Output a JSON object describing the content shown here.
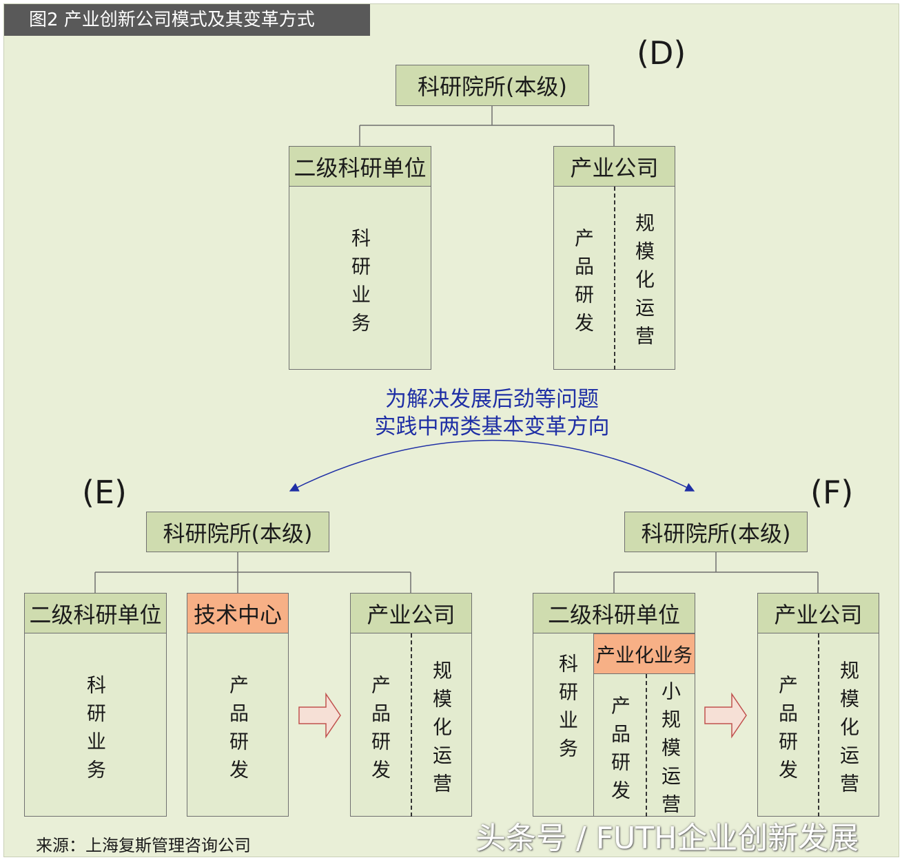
{
  "title": "图2 产业创新公司模式及其变革方式",
  "labels": {
    "d": "(D)",
    "e": "(E)",
    "f": "(F)"
  },
  "top": {
    "root": "科研院所(本级)",
    "left_header": "二级科研单位",
    "left_body": "科研业务",
    "right_header": "产业公司",
    "right_col1": "产品研发",
    "right_col2": "规模化运营"
  },
  "middle": {
    "line1": "为解决发展后劲等问题",
    "line2": "实践中两类基本变革方向"
  },
  "e": {
    "root": "科研院所(本级)",
    "box1_header": "二级科研单位",
    "box1_body": "科研业务",
    "box2_header": "技术中心",
    "box2_body": "产品研发",
    "box3_header": "产业公司",
    "box3_col1": "产品研发",
    "box3_col2": "规模化运营"
  },
  "f": {
    "root": "科研院所(本级)",
    "box1_header": "二级科研单位",
    "box1_col1": "科研业务",
    "box1_sub_header": "产业化业务",
    "box1_sub_col1": "产品研发",
    "box1_sub_col2": "小规模运营",
    "box2_header": "产业公司",
    "box2_col1": "产品研发",
    "box2_col2": "规模化运营"
  },
  "source": "来源：上海复斯管理咨询公司",
  "watermark": "头条号 / FUTH企业创新发展",
  "colors": {
    "background": "#e9efd7",
    "header": "#cfdcaf",
    "highlight": "#f7b086",
    "arc": "#1f2fa5",
    "arrow_outline": "#c0504d"
  }
}
